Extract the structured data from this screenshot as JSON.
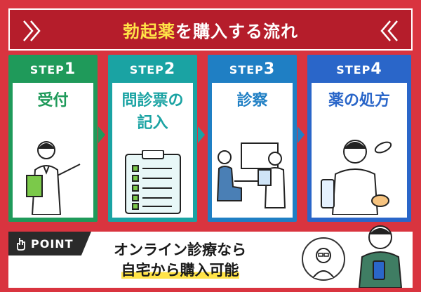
{
  "header": {
    "title_highlight": "勃起薬",
    "title_rest": "を購入する流れ"
  },
  "colors": {
    "background": "#d9343f",
    "header": "#b51d2b",
    "step1": "#1f9a5a",
    "step2": "#1aa3a3",
    "step3": "#1f7fc4",
    "step4": "#2a66c9",
    "highlight": "#ffe347"
  },
  "steps": [
    {
      "label": "STEP",
      "num": "1",
      "name_line1": "受付",
      "name_line2": "",
      "icon": "receptionist-icon"
    },
    {
      "label": "STEP",
      "num": "2",
      "name_line1": "問診票の",
      "name_line2": "記入",
      "icon": "clipboard-checklist-icon"
    },
    {
      "label": "STEP",
      "num": "3",
      "name_line1": "診察",
      "name_line2": "",
      "icon": "doctor-consultation-icon"
    },
    {
      "label": "STEP",
      "num": "4",
      "name_line1": "薬の処方",
      "name_line2": "",
      "icon": "medicine-pharmacist-icon"
    }
  ],
  "point": {
    "badge": "POINT",
    "line1": "オンライン診療なら",
    "line2": "自宅から購入可能"
  }
}
